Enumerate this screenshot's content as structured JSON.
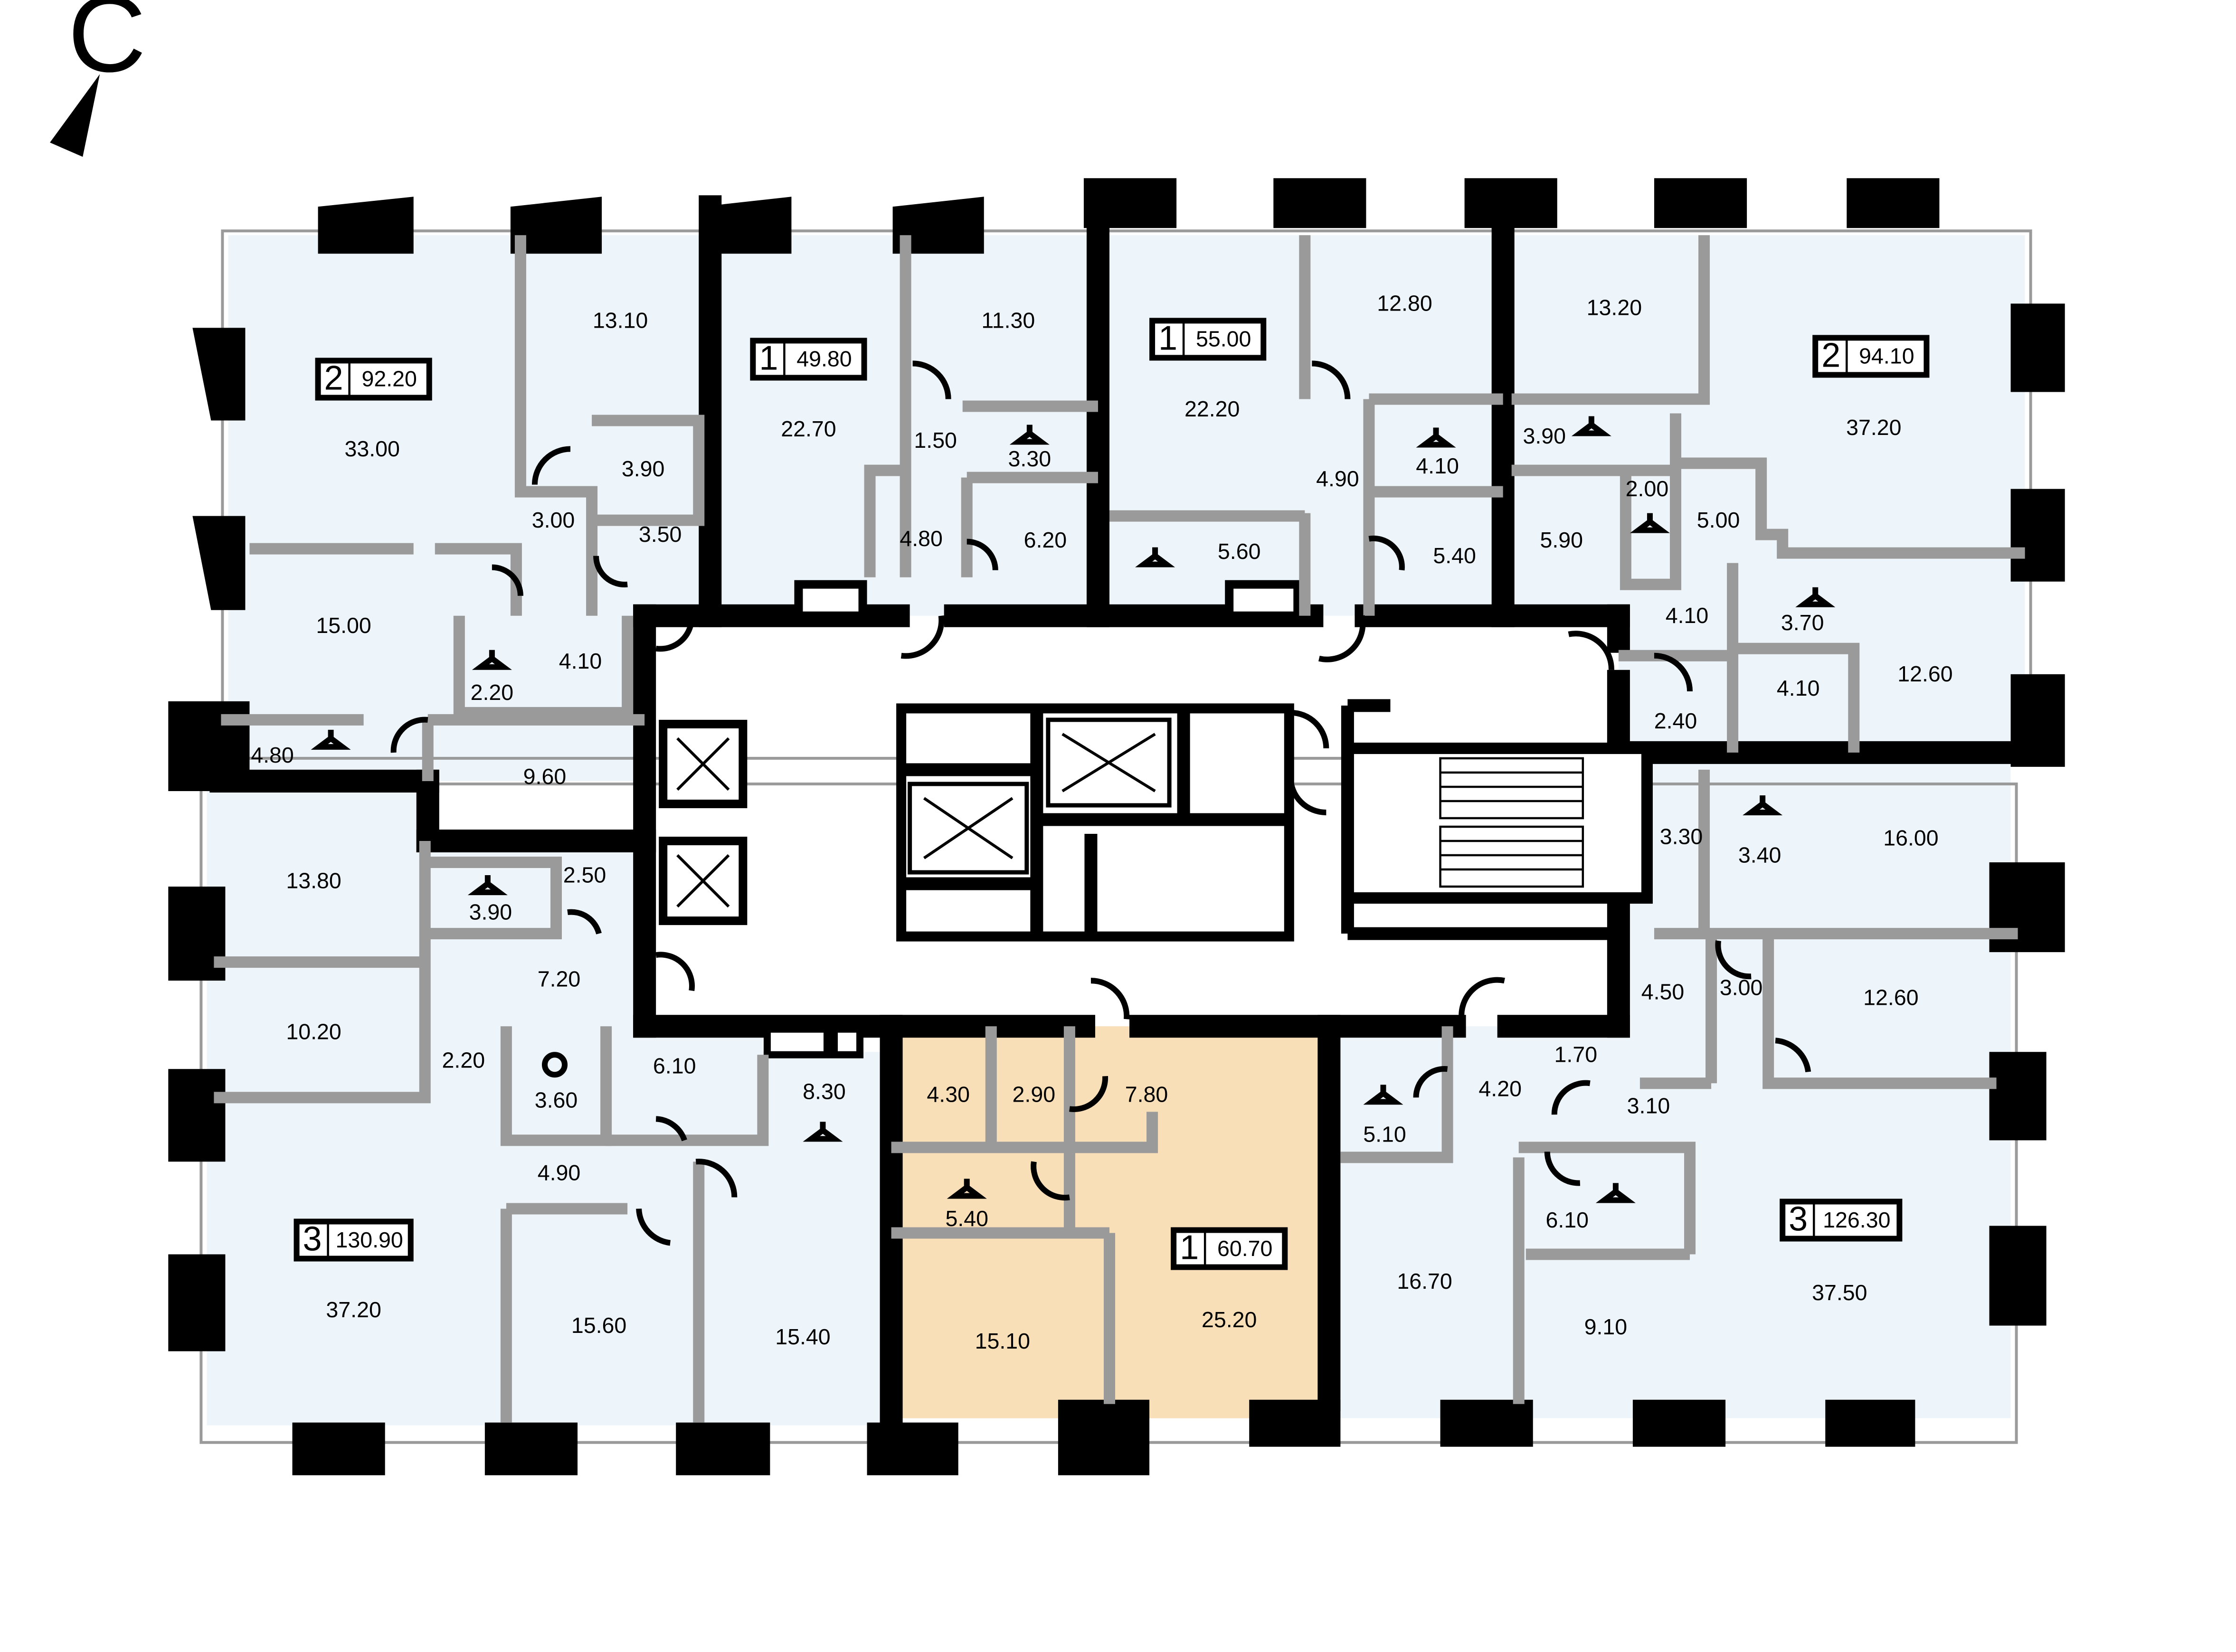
{
  "compass": {
    "letter": "С"
  },
  "colors": {
    "apartment": "#eef5fa",
    "selected": "#f9dfb7",
    "core": "#ffffff",
    "wall": "#000000",
    "partition": "#9a9a9a"
  },
  "apartments": [
    {
      "rooms": "2",
      "area": "92.20"
    },
    {
      "rooms": "1",
      "area": "49.80"
    },
    {
      "rooms": "1",
      "area": "55.00"
    },
    {
      "rooms": "2",
      "area": "94.10"
    },
    {
      "rooms": "3",
      "area": "130.90"
    },
    {
      "rooms": "1",
      "area": "60.70"
    },
    {
      "rooms": "3",
      "area": "126.30"
    }
  ],
  "rooms": [
    "13.10",
    "33.00",
    "3.90",
    "3.00",
    "3.50",
    "15.00",
    "2.20",
    "4.10",
    "4.80",
    "9.60",
    "13.80",
    "3.90",
    "2.50",
    "7.20",
    "10.20",
    "2.20",
    "3.60",
    "6.10",
    "8.30",
    "4.90",
    "37.20",
    "15.60",
    "15.40",
    "11.30",
    "22.70",
    "1.50",
    "3.30",
    "4.80",
    "6.20",
    "12.80",
    "22.20",
    "4.90",
    "4.10",
    "5.60",
    "5.40",
    "13.20",
    "3.90",
    "2.00",
    "5.90",
    "37.20",
    "5.00",
    "4.10",
    "3.70",
    "4.10",
    "12.60",
    "2.40",
    "3.30",
    "3.40",
    "16.00",
    "4.50",
    "3.00",
    "12.60",
    "1.70",
    "4.20",
    "3.10",
    "5.10",
    "6.10",
    "16.70",
    "9.10",
    "37.50",
    "4.30",
    "2.90",
    "7.80",
    "5.40",
    "15.10",
    "25.20"
  ]
}
